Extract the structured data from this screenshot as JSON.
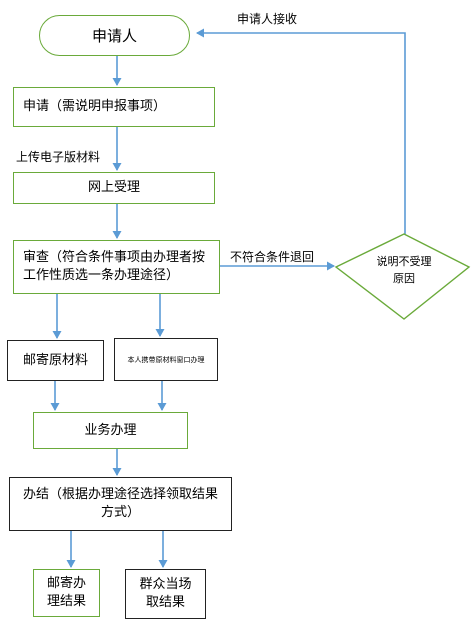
{
  "nodes": {
    "start": "申请人",
    "apply": "申请（需说明申报事项）",
    "online": "网上受理",
    "review": "审查（符合条件事项由办理者按工作性质选一条办理途径）",
    "mail_material": "邮寄原材料",
    "in_person": "本人携带原材料窗口办理",
    "process": "业务办理",
    "complete": "办结（根据办理途径选择领取结果方式）",
    "mail_result": "邮寄办理结果",
    "pickup": "群众当场取结果",
    "decision": "说明不受理原因"
  },
  "edge_labels": {
    "upload": "上传电子版材料",
    "reject": "不符合条件退回",
    "receive": "申请人接收"
  },
  "colors": {
    "arrow": "#5b9bd5",
    "green_border": "#6aaa3a",
    "black_border": "#222222"
  }
}
